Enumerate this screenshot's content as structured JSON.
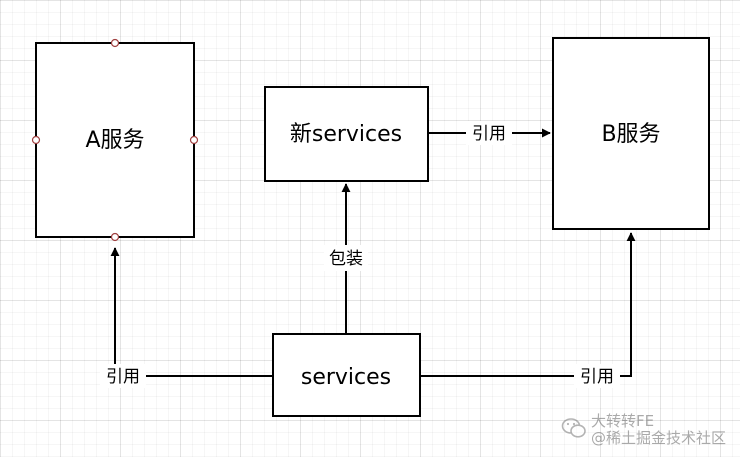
{
  "nodes": {
    "a_service": "A服务",
    "new_services": "新services",
    "b_service": "B服务",
    "services": "services"
  },
  "edges": {
    "new_to_b": "引用",
    "services_to_new": "包装",
    "services_to_a": "引用",
    "services_to_b": "引用"
  },
  "watermark": {
    "line1": "大转转FE",
    "line2": "@稀土掘金技术社区",
    "icon": "wechat-icon"
  }
}
